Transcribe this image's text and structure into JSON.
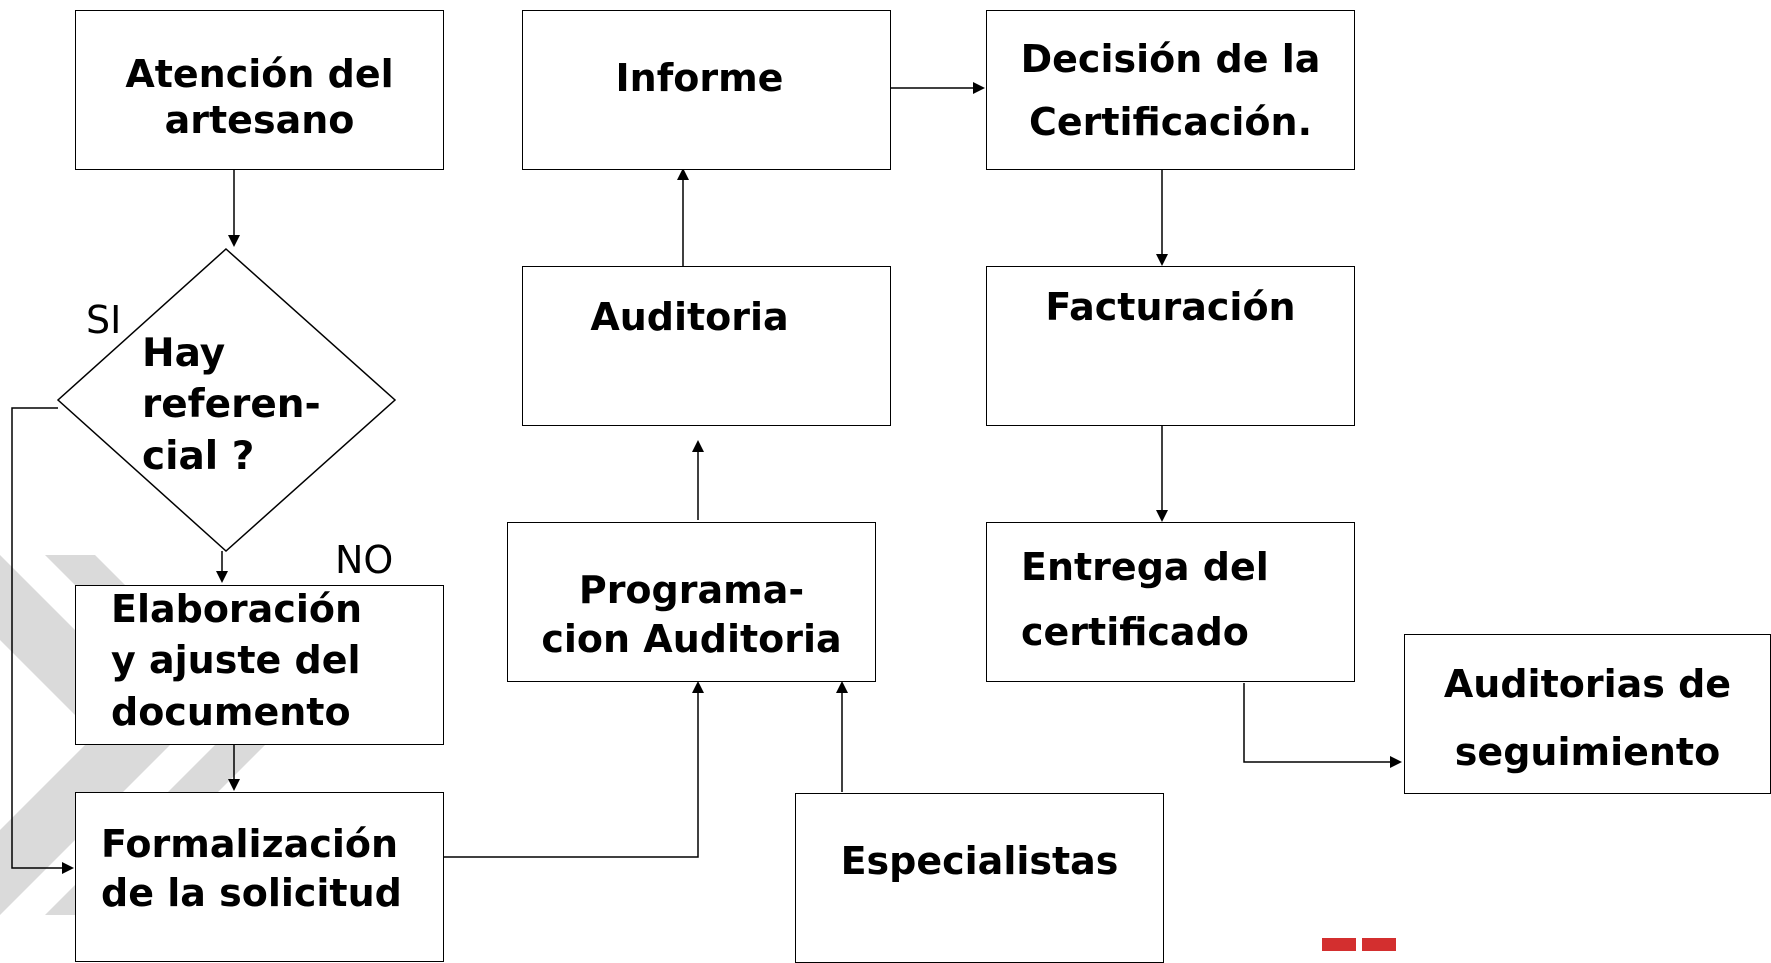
{
  "nodes": {
    "atencion": {
      "lines": [
        "Atención del",
        "artesano"
      ]
    },
    "decision": {
      "lines": [
        "Hay",
        "referen-",
        "cial ?"
      ]
    },
    "elaboracion": {
      "lines": [
        "Elaboración",
        "y ajuste del",
        "documento"
      ]
    },
    "formalizacion": {
      "lines": [
        "Formalización",
        "de la solicitud"
      ]
    },
    "programacion": {
      "lines": [
        "Programa-",
        "cion Auditoria"
      ]
    },
    "auditoria": {
      "lines": [
        "Auditoria"
      ]
    },
    "informe": {
      "lines": [
        "Informe"
      ]
    },
    "decision_cert": {
      "lines": [
        "Decisión de la",
        "Certificación."
      ]
    },
    "facturacion": {
      "lines": [
        "Facturación"
      ]
    },
    "entrega": {
      "lines": [
        "Entrega del",
        "certificado"
      ]
    },
    "seguimiento": {
      "lines": [
        "Auditorias de",
        "seguimiento"
      ]
    },
    "especialistas": {
      "lines": [
        "Especialistas"
      ]
    }
  },
  "branch_labels": {
    "yes": "SI",
    "no": "NO"
  },
  "colors": {
    "line": "#000000",
    "watermark": "#d9d9d9",
    "logo": "#d32f2f"
  }
}
